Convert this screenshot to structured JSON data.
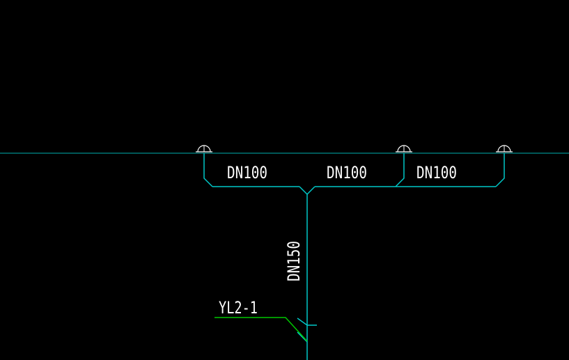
{
  "colors": {
    "background": "#000000",
    "pipe": "#00c8c8",
    "roof_line": "#00b0b0",
    "leader": "#00c800",
    "text": "#ffffff"
  },
  "labels": {
    "pipe_left": "DN100",
    "pipe_middle": "DN100",
    "pipe_right": "DN100",
    "riser": "DN150",
    "riser_tag": "YL2-1"
  }
}
